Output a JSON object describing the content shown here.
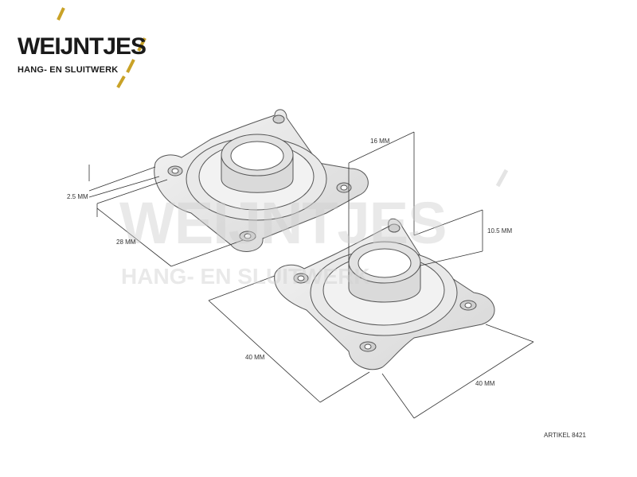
{
  "brand": {
    "name": "WEIJNTJES",
    "tagline": "HANG- EN SLUITWERK",
    "accent_color": "#c9a227",
    "text_color": "#1a1a1a"
  },
  "watermark": {
    "name": "WEIJNTJES",
    "tagline": "HANG- EN SLUITWERK"
  },
  "dimensions": {
    "height_collar": "16 MM",
    "plate_thickness": "2.5 MM",
    "inner_diameter": "28 MM",
    "collar_height_right": "10.5 MM",
    "width_left": "40 MM",
    "width_right": "40 MM"
  },
  "article": "ARTIKEL 8421"
}
